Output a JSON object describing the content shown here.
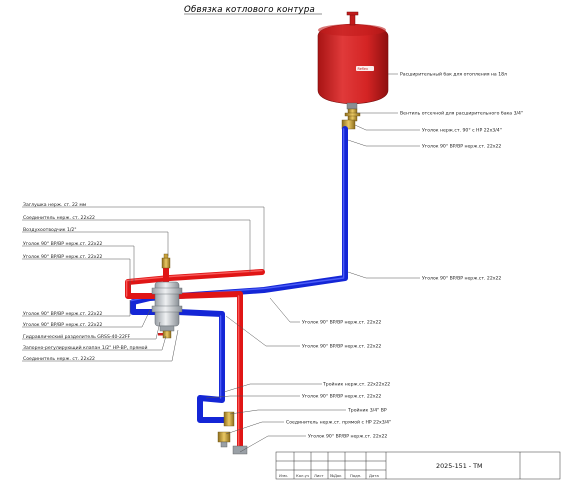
{
  "diagram": {
    "title": "Обвязка котлового контура",
    "tank_brand": "Reflex",
    "labels": {
      "tank": "Расширительный бак для отопления на 18л",
      "valve_tank": "Вентиль отсечной для расширительного бака 3/4\"",
      "elbow_ext_3_4": "Уголок нерж.ст. 90° с НР 22x3/4\"",
      "elbow_top_1": "Уголок 90° ВР/ВР нерж.ст. 22x22",
      "elbow_right_mid": "Уголок 90° ВР/ВР нерж.ст. 22x22",
      "plug": "Заглушка нерж. ст. 22 мм",
      "coupling_top": "Соединитель нерж. ст. 22x22",
      "air_vent": "Воздухоотводчик 1/2\"",
      "elbow_l1": "Уголок 90° ВР/ВР нерж.ст. 22x22",
      "elbow_l2": "Уголок 90° ВР/ВР нерж.ст. 22x22",
      "elbow_l3": "Уголок 90° ВР/ВР нерж.ст. 22x22",
      "elbow_l4": "Уголок 90° ВР/ВР нерж.ст. 22x22",
      "separator": "Гидравлический разделитель GRSS-40-22FF",
      "ball_valve": "Запорно-регулирующий клапан 1/2\" НР-ВР, прямой",
      "coupling_bottom": "Соединитель нерж. ст. 22x22",
      "elbow_c1": "Уголок 90° ВР/ВР нерж.ст. 22x22",
      "elbow_c2": "Уголок 90° ВР/ВР нерж.ст. 22x22",
      "tee": "Тройник нерж.ст. 22x22x22",
      "elbow_b1": "Уголок 90° ВР/ВР нерж.ст. 22x22",
      "tee_3_4": "Тройник 3/4\" ВР",
      "coupling_str": "Соединитель нерж.ст. прямой с НР 22x3/4\"",
      "elbow_b2": "Уголок 90° ВР/ВР нерж.ст. 22x22"
    }
  },
  "title_block": {
    "headers": [
      "Изм.",
      "Кол.уч",
      "Лист",
      "№Док",
      "Подп.",
      "Дата"
    ],
    "code": "2025-151 - ТМ"
  },
  "colors": {
    "supply": "#e01515",
    "return": "#1426d6",
    "tank": "#d62020",
    "brass": "#c9a23a"
  }
}
